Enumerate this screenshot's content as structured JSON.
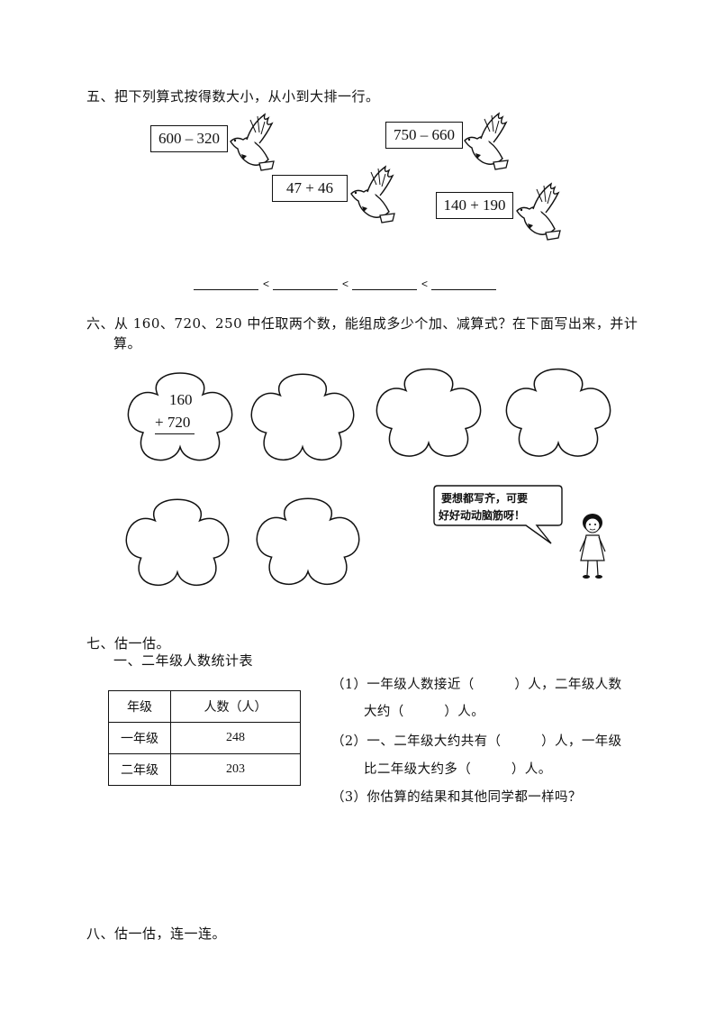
{
  "section5": {
    "heading": "五、把下列算式按得数大小，从小到大排一行。",
    "expressions": [
      "600 – 320",
      "750 – 660",
      "47 + 46",
      "140 + 190"
    ],
    "less_than": "<"
  },
  "section6": {
    "heading_line1": "六、从 160、720、250 中任取两个数，能组成多少个加、减算式？在下面写出来，并计",
    "heading_line2": "算。",
    "example_top": "160",
    "example_bottom": "+ 720",
    "speech_line1": "要想都写齐，可要",
    "speech_line2": "好好动动脑筋呀！"
  },
  "section7": {
    "heading": "七、估一估。",
    "table_title": "一、二年级人数统计表",
    "table": {
      "headers": [
        "年级",
        "人数（人）"
      ],
      "rows": [
        [
          "一年级",
          "248"
        ],
        [
          "二年级",
          "203"
        ]
      ]
    },
    "q1_line1": "（1）一年级人数接近（　　　）人，二年级人数",
    "q1_line2": "大约（　　　）人。",
    "q2_line1": "（2）一、二年级大约共有（　　　）人，一年级",
    "q2_line2": "比二年级大约多（　　　）人。",
    "q3": "（3）你估算的结果和其他同学都一样吗？"
  },
  "section8": {
    "heading": "八、估一估，连一连。"
  }
}
